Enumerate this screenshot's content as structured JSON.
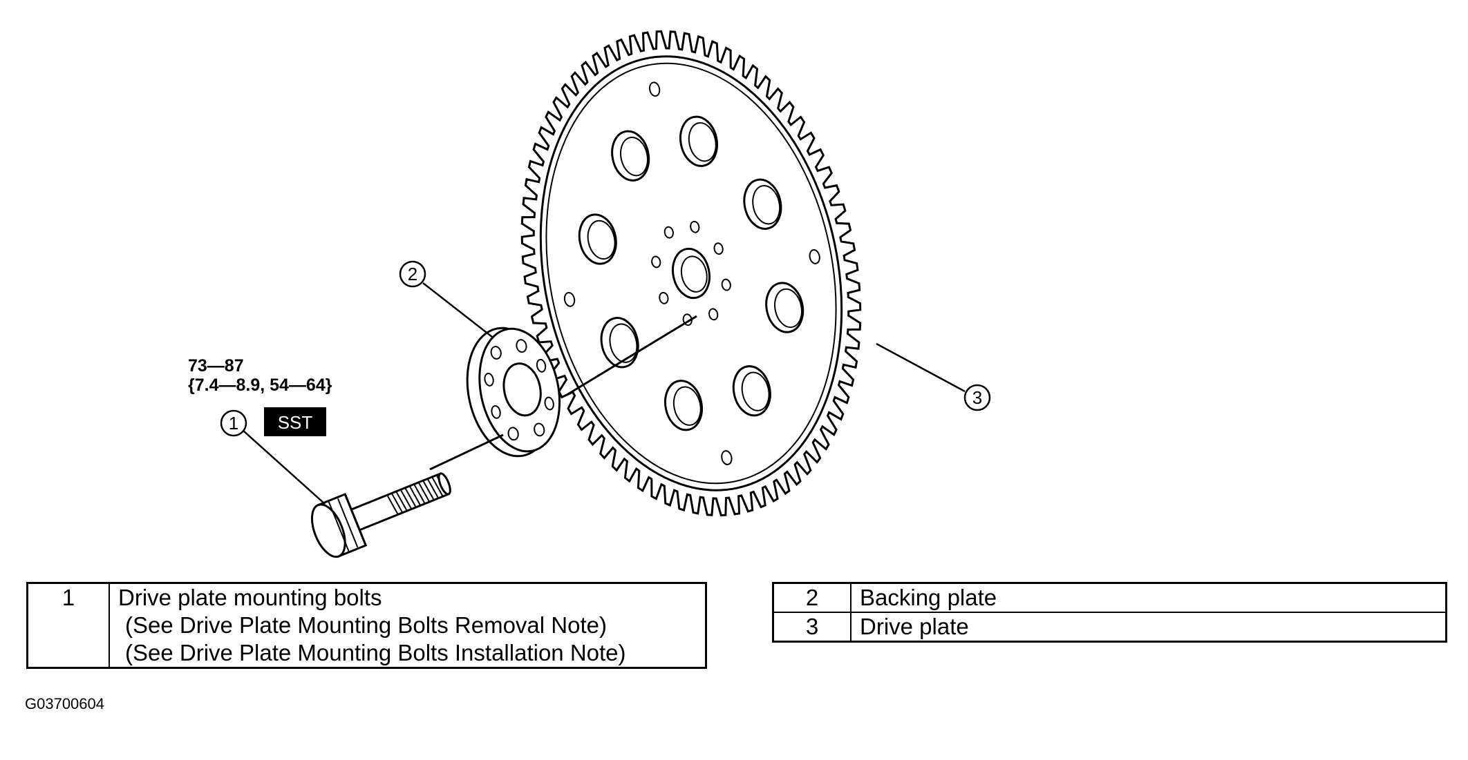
{
  "callouts": {
    "bolt": "1",
    "backing_plate": "2",
    "drive_plate": "3"
  },
  "torque": {
    "line1": "73—87",
    "line2": "{7.4—8.9, 54—64}",
    "tool": "SST"
  },
  "legend_left": {
    "number": "1",
    "title": "Drive plate mounting bolts",
    "note1": "(See Drive Plate Mounting Bolts Removal Note)",
    "note2": "(See Drive Plate Mounting Bolts Installation Note)"
  },
  "legend_right": [
    {
      "number": "2",
      "label": "Backing plate"
    },
    {
      "number": "3",
      "label": "Drive plate"
    }
  ],
  "figure_code": "G03700604"
}
